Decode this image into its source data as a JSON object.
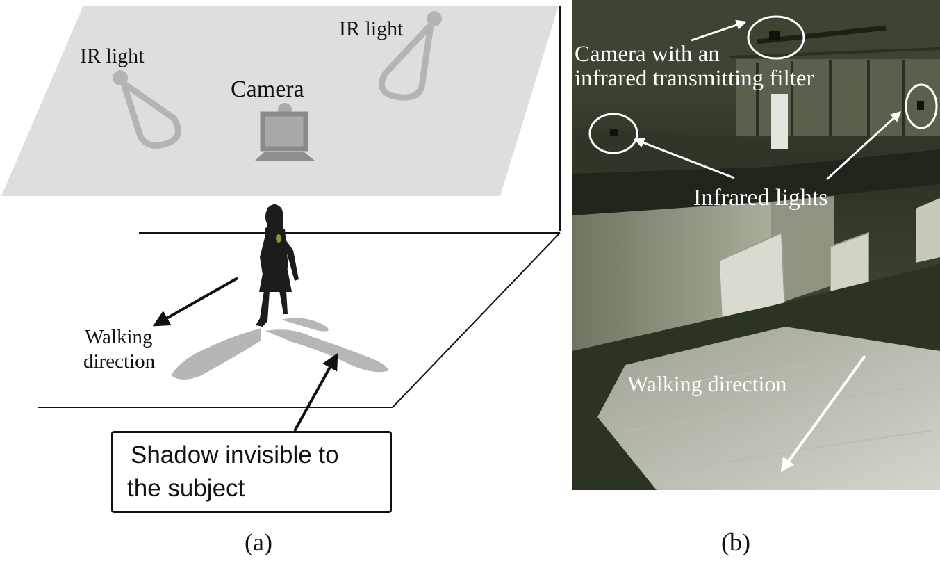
{
  "panel_a": {
    "ir_light_left": "IR light",
    "ir_light_right": "IR light",
    "camera": "Camera",
    "walking_line1": "Walking",
    "walking_line2": "direction",
    "shadow_line1": "Shadow invisible to",
    "shadow_line2": "the subject",
    "caption": "(a)"
  },
  "panel_b": {
    "camera_line1": "Camera with an",
    "camera_line2": "infrared transmitting filter",
    "infrared_lights": "Infrared lights",
    "walking_direction": "Walking direction",
    "caption": "(b)"
  },
  "colors": {
    "ceiling": "#dcdcdc",
    "device": "#9e9e9e",
    "photo_dark": "#2a3122",
    "photo_floor_sheet": "#c9cdc2",
    "annotation": "#ffffff"
  }
}
